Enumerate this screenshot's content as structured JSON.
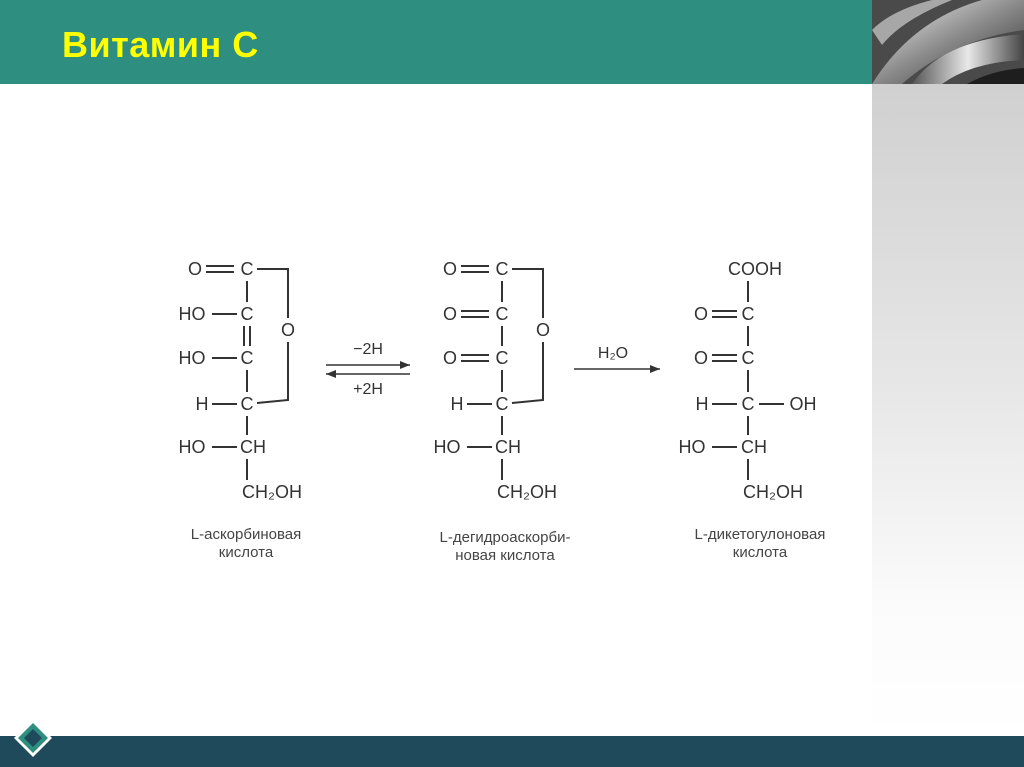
{
  "slide": {
    "title": "Витамин С"
  },
  "molecules": [
    {
      "name": "L-аскорбиновая кислота",
      "caption_lines": [
        "L-аскорбиновая",
        "кислота"
      ],
      "labels": {
        "r1_left": "O",
        "r1_c": "C",
        "r2_left": "HO",
        "r2_c": "C",
        "r3_left": "HO",
        "r3_c": "C",
        "r4_left": "H",
        "r4_c": "C",
        "r5_left": "HO",
        "r5_c": "CH",
        "r6_c": "CH₂OH",
        "ring_o": "O"
      }
    },
    {
      "name": "L-дегидроаскорбиновая кислота",
      "caption_lines": [
        "L-дегидроаскорби-",
        "новая кислота"
      ],
      "labels": {
        "r1_left": "O",
        "r1_c": "C",
        "r2_left": "O",
        "r2_c": "C",
        "r3_left": "O",
        "r3_c": "C",
        "r4_left": "H",
        "r4_c": "C",
        "r5_left": "HO",
        "r5_c": "CH",
        "r6_c": "CH₂OH",
        "ring_o": "O"
      }
    },
    {
      "name": "L-дикетогулоновая кислота",
      "caption_lines": [
        "L-дикетогулоновая",
        "кислота"
      ],
      "labels": {
        "r1_c": "COOH",
        "r2_left": "O",
        "r2_c": "C",
        "r3_left": "O",
        "r3_c": "C",
        "r4_left": "H",
        "r4_c": "C",
        "r4_right": "OH",
        "r5_left": "HO",
        "r5_c": "CH",
        "r6_c": "CH₂OH"
      }
    }
  ],
  "reactions": {
    "r1_top": "−2H",
    "r1_bottom": "+2H",
    "r2_top": "H₂O"
  },
  "colors": {
    "header": "#2e8e80",
    "title": "#ffff00",
    "footer": "#1f4a5c",
    "ink": "#333333"
  }
}
